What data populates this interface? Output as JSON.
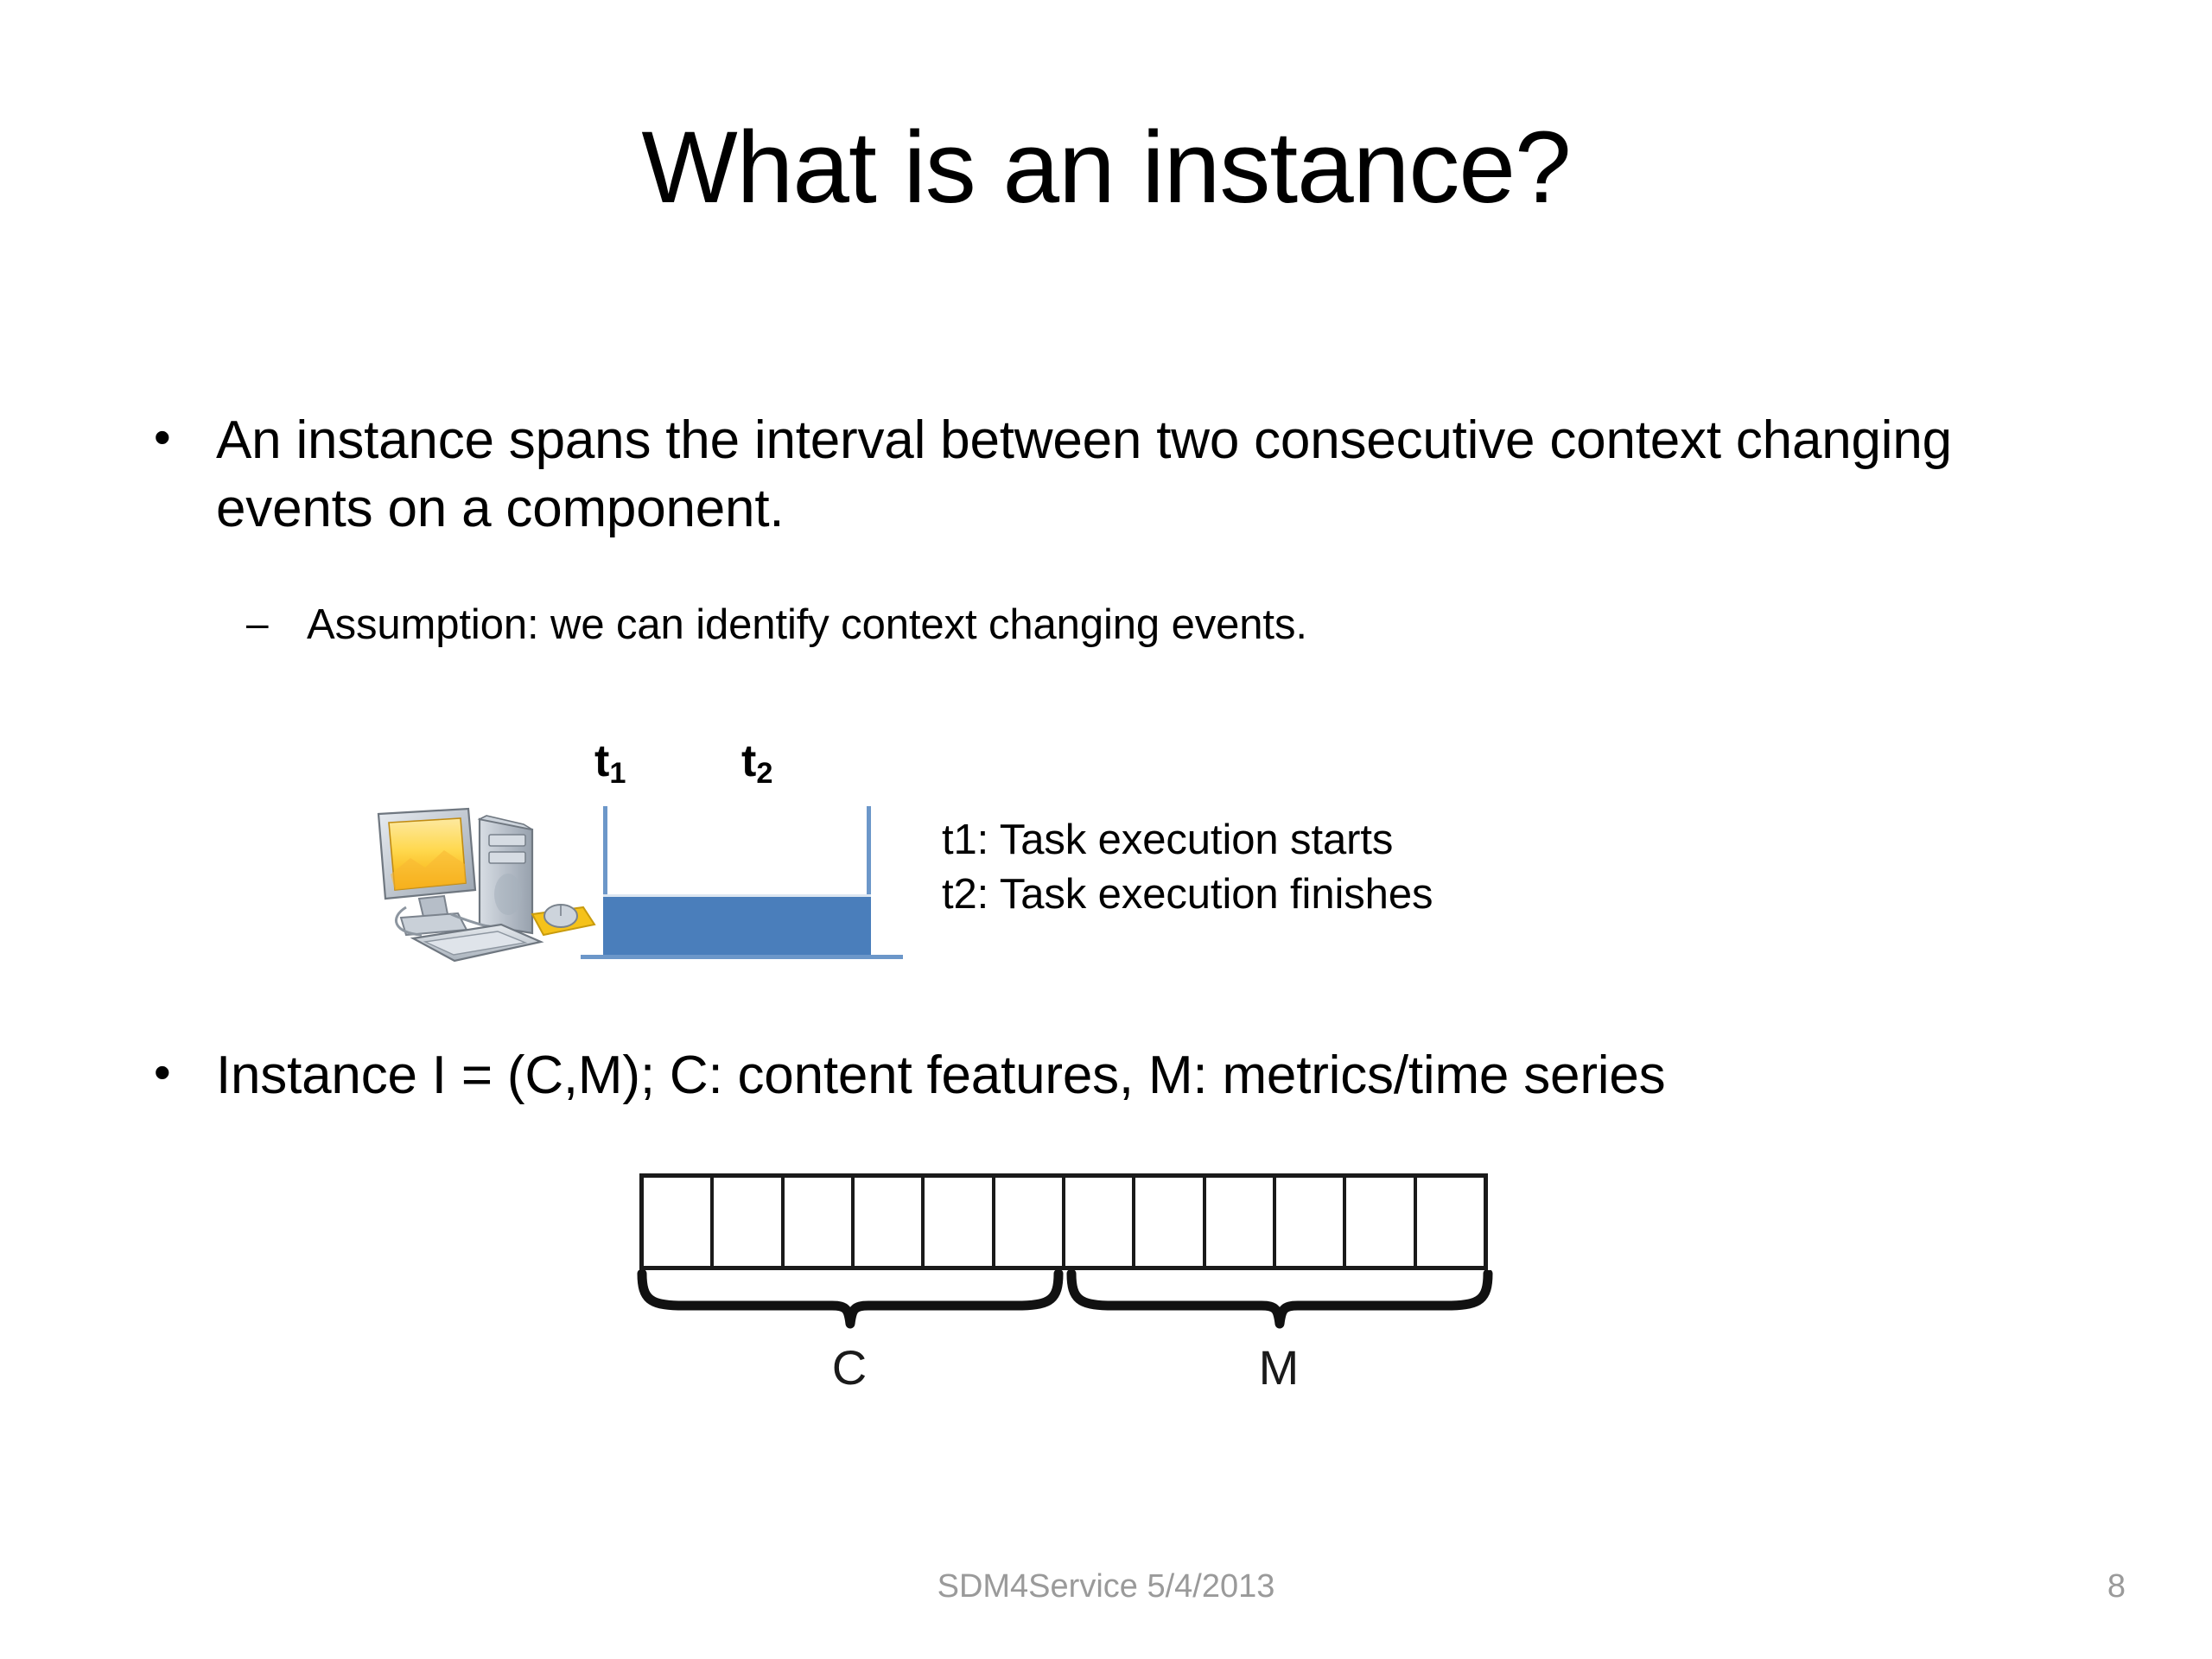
{
  "slide": {
    "title": "What is an instance?",
    "bullets": [
      {
        "marker": "•",
        "text": "An instance spans the interval between two consecutive context changing events on a component."
      },
      {
        "marker": "•",
        "text": "Instance I = (C,M); C: content features, M: metrics/time series"
      }
    ],
    "sub_bullet": {
      "marker": "–",
      "text": "Assumption: we can identify context changing events."
    },
    "diagram": {
      "icon_name": "desktop-computer-icon",
      "t1_base": "t",
      "t1_sub": "1",
      "t2_base": "t",
      "t2_sub": "2",
      "legend": [
        "t1: Task execution starts",
        "t2: Task execution finishes"
      ],
      "bar_color": "#4a7ebb",
      "line_color": "#6c97c9"
    },
    "vector": {
      "cell_count": 12,
      "c_cells": 6,
      "m_cells": 6,
      "brace_c_label": "C",
      "brace_m_label": "M"
    },
    "footer": {
      "text": "SDM4Service 5/4/2013",
      "page_number": "8",
      "color": "#9a9a9a"
    }
  }
}
